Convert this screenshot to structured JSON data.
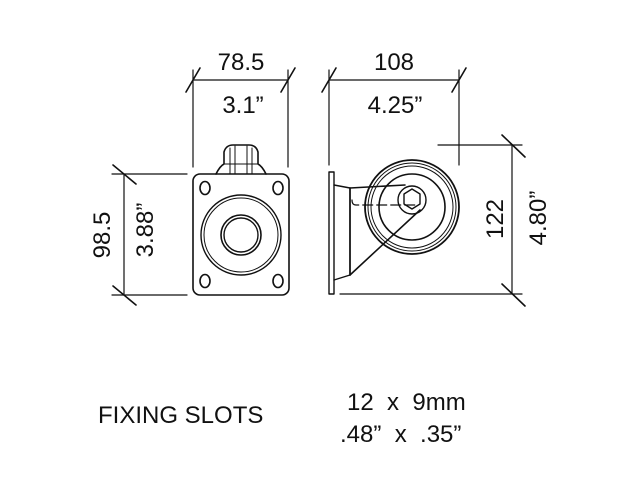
{
  "diagram": {
    "title": "Swivel castor technical drawing",
    "stroke_color": "#111111",
    "background": "#ffffff",
    "front_view": {
      "width_mm": "78.5",
      "width_in": "3.1”",
      "height_mm": "98.5",
      "height_in": "3.88”"
    },
    "side_view": {
      "width_mm": "108",
      "width_in": "4.25”",
      "height_mm": "122",
      "height_in": "4.80”"
    },
    "fixing_slots": {
      "label": "FIXING SLOTS",
      "metric": "12  x  9mm",
      "imperial": ".48”  x  .35”"
    }
  }
}
